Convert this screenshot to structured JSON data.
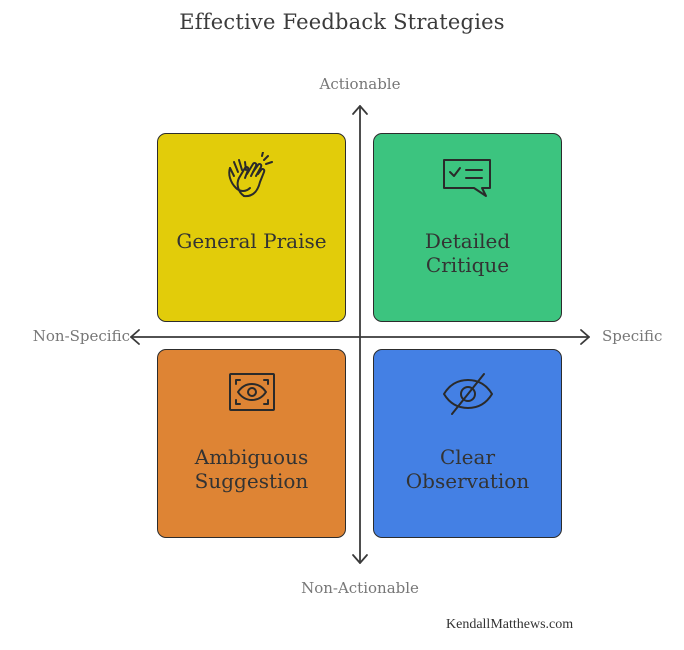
{
  "title": "Effective Feedback Strategies",
  "axes": {
    "top": "Actionable",
    "bottom": "Non-Actionable",
    "left": "Non-Specific",
    "right": "Specific"
  },
  "quadrants": [
    {
      "position": "top-left",
      "lines": [
        "General Praise"
      ],
      "icon": "clapping-hands-icon",
      "color": "#e2cc0a"
    },
    {
      "position": "top-right",
      "lines": [
        "Detailed",
        "Critique"
      ],
      "icon": "checklist-speech-bubble-icon",
      "color": "#3cc47f"
    },
    {
      "position": "bottom-left",
      "lines": [
        "Ambiguous",
        "Suggestion"
      ],
      "icon": "eye-focus-frame-icon",
      "color": "#de8434"
    },
    {
      "position": "bottom-right",
      "lines": [
        "Clear",
        "Observation"
      ],
      "icon": "eye-slash-icon",
      "color": "#4480e4"
    }
  ],
  "watermark": "KendallMatthews.com"
}
